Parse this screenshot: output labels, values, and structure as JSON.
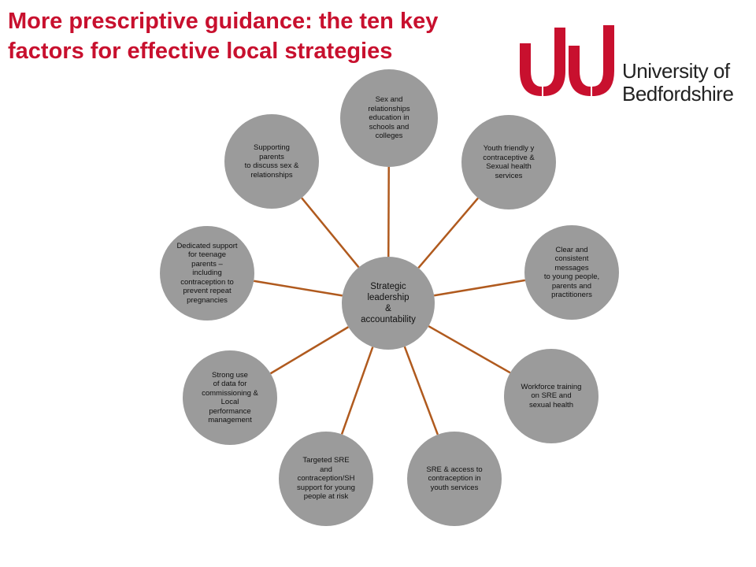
{
  "slide": {
    "title_line1": "More prescriptive guidance: the ten key",
    "title_line2": "factors for effective local strategies"
  },
  "logo": {
    "line1": "University of",
    "line2": "Bedfordshire"
  },
  "colors": {
    "title": "#c8102e",
    "logo_red": "#c8102e",
    "node_fill": "#9b9b9b",
    "connector": "#b05a1e"
  },
  "diagram": {
    "center": "Strategic\nleadership\n&\naccountability",
    "factors": [
      "Sex and\nrelationships\neducation in\nschools and\ncolleges",
      "Youth friendly y\ncontraceptive &\nSexual health\nservices",
      "Clear and\nconsistent\nmessages\nto young people,\nparents and\npractitioners",
      "Workforce training\non SRE and\nsexual health",
      "SRE & access to\ncontraception in\nyouth services",
      "Targeted SRE\nand\ncontraception/SH\nsupport for young\npeople at risk",
      "Strong use\nof data for\ncommissioning &\nLocal\nperformance\nmanagement",
      "Dedicated support\nfor teenage\nparents –\nincluding\ncontraception to\nprevent repeat\npregnancies",
      "Supporting\nparents\nto discuss sex &\nrelationships"
    ]
  }
}
